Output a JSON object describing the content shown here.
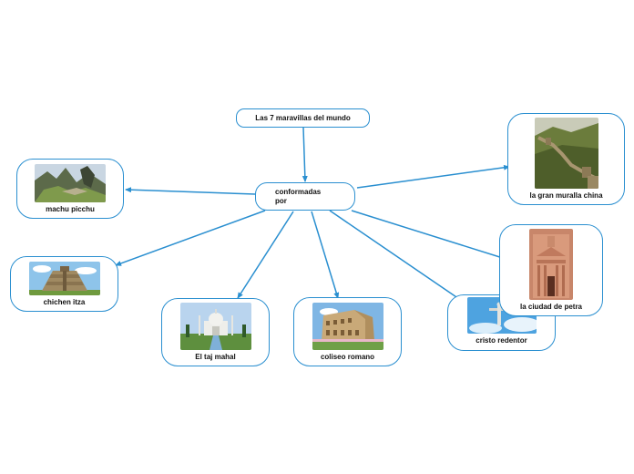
{
  "diagram": {
    "root": {
      "label": "Las 7 maravillas del mundo"
    },
    "connector": {
      "label": "conformadas por"
    },
    "wonders": [
      {
        "id": "machu",
        "label": "machu picchu",
        "image": "mountain-ruins-photo"
      },
      {
        "id": "chichen",
        "label": "chichen itza",
        "image": "pyramid-photo"
      },
      {
        "id": "taj",
        "label": "El taj mahal",
        "image": "taj-mahal-photo"
      },
      {
        "id": "coliseo",
        "label": "coliseo romano",
        "image": "colosseum-photo"
      },
      {
        "id": "cristo",
        "label": "cristo redentor",
        "image": "statue-photo"
      },
      {
        "id": "petra",
        "label": "la ciudad de petra",
        "image": "carved-temple-photo"
      },
      {
        "id": "muralla",
        "label": "la gran muralla china",
        "image": "great-wall-photo"
      }
    ],
    "colors": {
      "line": "#2a8fd0",
      "border": "#2a8fd0",
      "text": "#111111"
    }
  }
}
